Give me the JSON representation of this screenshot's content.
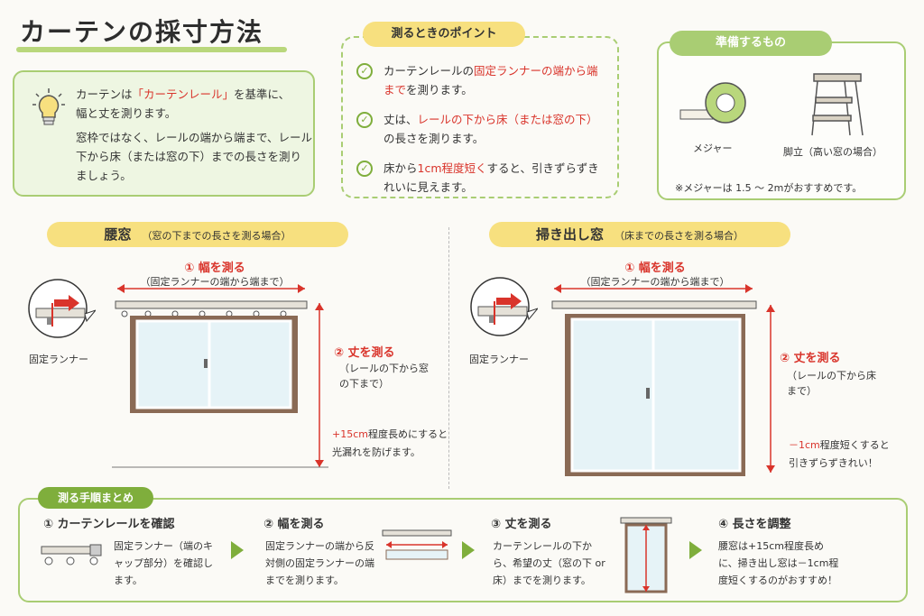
{
  "title": "カーテンの採寸方法",
  "intro": {
    "line1_pre": "カーテンは",
    "line1_red": "「カーテンレール」",
    "line1_post": "を基準に、",
    "line2": "幅と丈を測ります。",
    "para2": "窓枠ではなく、レールの端から端まで、レール下から床（または窓の下）までの長さを測りましょう。"
  },
  "points": {
    "heading": "測るときのポイント",
    "p1_pre": "カーテンレールの",
    "p1_red": "固定ランナーの端から端まで",
    "p1_post": "を測ります。",
    "p2_pre": "丈は、",
    "p2_red": "レールの下から床（または窓の下）",
    "p2_post": "の長さを測ります。",
    "p3_pre": "床から",
    "p3_red": "1cm程度短く",
    "p3_post": "すると、引きずらずきれいに見えます。"
  },
  "prep": {
    "heading": "準備するもの",
    "tape": "メジャー",
    "ladder": "脚立（高い窓の場合）",
    "note": "※メジャーは 1.5 ～ 2mがおすすめです。"
  },
  "left": {
    "heading": "腰窓",
    "sub": "（窓の下までの長さを測る場合）",
    "runner_label": "固定ランナー",
    "width_label": "① 幅を測る",
    "width_note": "（固定ランナーの端から端まで）",
    "height_label": "② 丈を測る",
    "height_note": "（レールの下から窓の下まで）",
    "tip_red": "+15cm",
    "tip_text": "程度長めにすると",
    "tip_text2": "光漏れを防げます。"
  },
  "right": {
    "heading": "掃き出し窓",
    "sub": "（床までの長さを測る場合）",
    "runner_label": "固定ランナー",
    "width_label": "① 幅を測る",
    "width_note": "（固定ランナーの端から端まで）",
    "height_label": "② 丈を測る",
    "height_note": "（レールの下から床まで）",
    "tip_red": "－1cm",
    "tip_text": "程度短くすると",
    "tip_text2": "引きずらずきれい！"
  },
  "steps": {
    "heading": "測る手順まとめ",
    "s1_title": "① カーテンレールを確認",
    "s1_text": "固定ランナー（端のキャップ部分）を確認します。",
    "s2_title": "② 幅を測る",
    "s2_text": "固定ランナーの端から反対側の固定ランナーの端までを測ります。",
    "s3_title": "③ 丈を測る",
    "s3_text": "カーテンレールの下から、希望の丈（窓の下 or 床）までを測ります。",
    "s4_title": "④ 長さを調整",
    "s4_text": "腰窓は+15cm程度長めに、掃き出し窓は－1cm程度短くするのがおすすめ！"
  },
  "colors": {
    "accent_green": "#a9cd73",
    "accent_red": "#d9342b",
    "pill_yellow": "#f7e07f",
    "frame_brown": "#8a6a55"
  }
}
